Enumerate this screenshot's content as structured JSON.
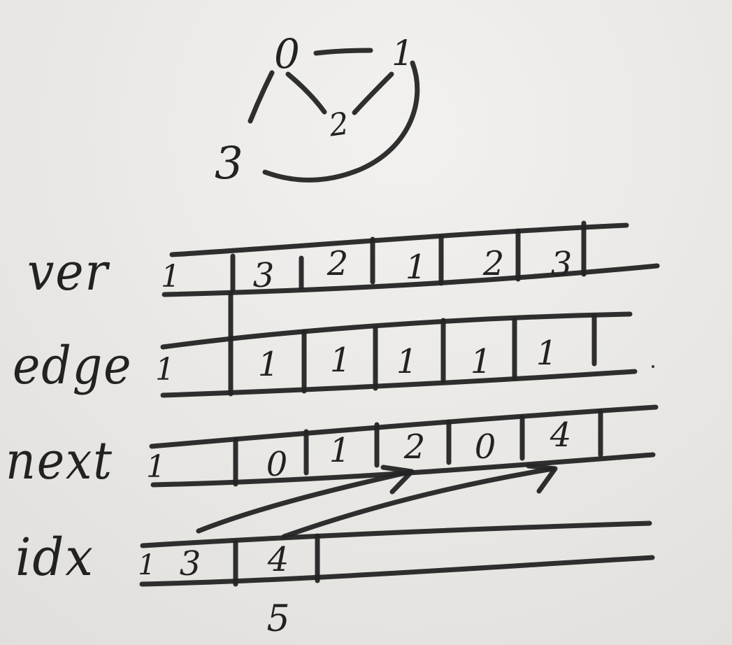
{
  "graph": {
    "nodes": [
      "0",
      "1",
      "2",
      "3"
    ],
    "edges": [
      {
        "from": "0",
        "to": "1"
      },
      {
        "from": "0",
        "to": "2"
      },
      {
        "from": "1",
        "to": "2"
      },
      {
        "from": "0",
        "to": "3"
      },
      {
        "from": "1",
        "to": "3"
      }
    ]
  },
  "table": {
    "rows": [
      {
        "label": "ver",
        "first_cell": "1",
        "values": [
          "3",
          "2",
          "1",
          "2",
          "3"
        ]
      },
      {
        "label": "edge",
        "first_cell": "1",
        "values": [
          "1",
          "1",
          "1",
          "1",
          "1"
        ]
      },
      {
        "label": "next",
        "first_cell": "1",
        "values": [
          "0",
          "1",
          "2",
          "0",
          "4"
        ]
      },
      {
        "label": "idx",
        "first_cell": "1",
        "values": [
          "3",
          "4"
        ]
      }
    ],
    "below_idx_value": "5"
  },
  "colors": {
    "paper": "#e9e7e4",
    "ink": "#242424"
  }
}
